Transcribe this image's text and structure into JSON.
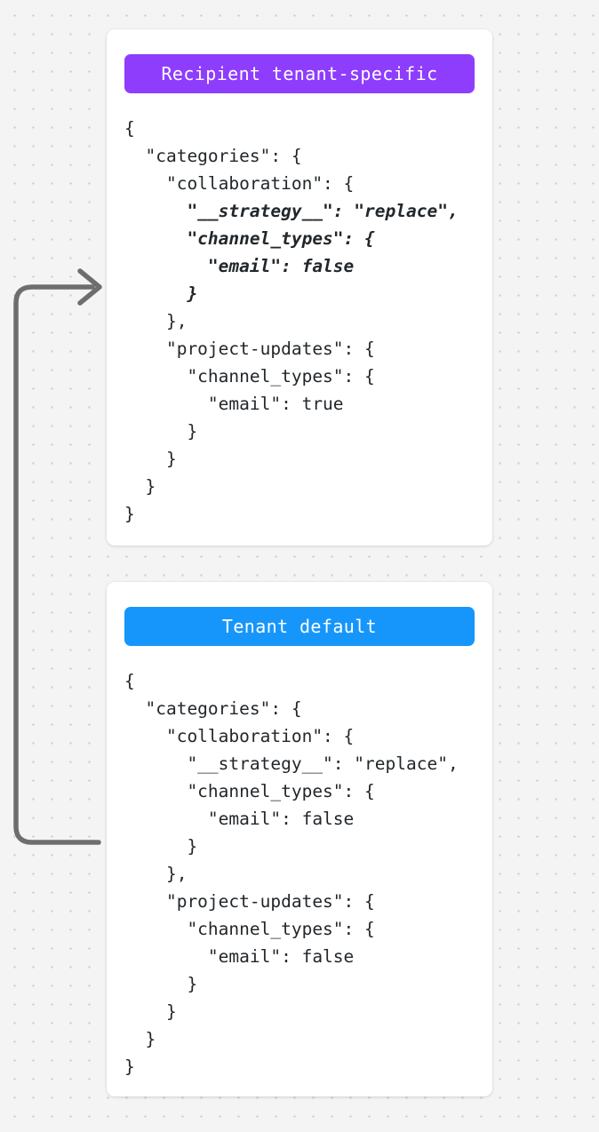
{
  "canvas": {
    "background_color": "#f4f4f4",
    "dot_color": "#c9c9c9"
  },
  "connector": {
    "name": "merge-arrow",
    "color": "#6e6e6e",
    "direction": "from-tenant-default-to-recipient-tenant-specific",
    "head": "arrowhead-right"
  },
  "cards": [
    {
      "id": "recipient-tenant-specific",
      "header": {
        "label": "Recipient tenant-specific",
        "color": "#8e3dfd",
        "text_color": "#ffffff"
      },
      "code_lines": [
        {
          "text": "{",
          "highlight": false
        },
        {
          "text": "  \"categories\": {",
          "highlight": false
        },
        {
          "text": "    \"collaboration\": {",
          "highlight": false
        },
        {
          "text": "      \"__strategy__\": \"replace\",",
          "highlight": true
        },
        {
          "text": "      \"channel_types\": {",
          "highlight": true
        },
        {
          "text": "        \"email\": false",
          "highlight": true
        },
        {
          "text": "      }",
          "highlight": true
        },
        {
          "text": "    },",
          "highlight": false
        },
        {
          "text": "    \"project-updates\": {",
          "highlight": false
        },
        {
          "text": "      \"channel_types\": {",
          "highlight": false
        },
        {
          "text": "        \"email\": true",
          "highlight": false
        },
        {
          "text": "      }",
          "highlight": false
        },
        {
          "text": "    }",
          "highlight": false
        },
        {
          "text": "  }",
          "highlight": false
        },
        {
          "text": "}",
          "highlight": false
        }
      ]
    },
    {
      "id": "tenant-default",
      "header": {
        "label": "Tenant default",
        "color": "#1696fb",
        "text_color": "#ffffff"
      },
      "code_lines": [
        {
          "text": "{",
          "highlight": false
        },
        {
          "text": "  \"categories\": {",
          "highlight": false
        },
        {
          "text": "    \"collaboration\": {",
          "highlight": false
        },
        {
          "text": "      \"__strategy__\": \"replace\",",
          "highlight": false
        },
        {
          "text": "      \"channel_types\": {",
          "highlight": false
        },
        {
          "text": "        \"email\": false",
          "highlight": false
        },
        {
          "text": "      }",
          "highlight": false
        },
        {
          "text": "    },",
          "highlight": false
        },
        {
          "text": "    \"project-updates\": {",
          "highlight": false
        },
        {
          "text": "      \"channel_types\": {",
          "highlight": false
        },
        {
          "text": "        \"email\": false",
          "highlight": false
        },
        {
          "text": "      }",
          "highlight": false
        },
        {
          "text": "    }",
          "highlight": false
        },
        {
          "text": "  }",
          "highlight": false
        },
        {
          "text": "}",
          "highlight": false
        }
      ]
    }
  ]
}
